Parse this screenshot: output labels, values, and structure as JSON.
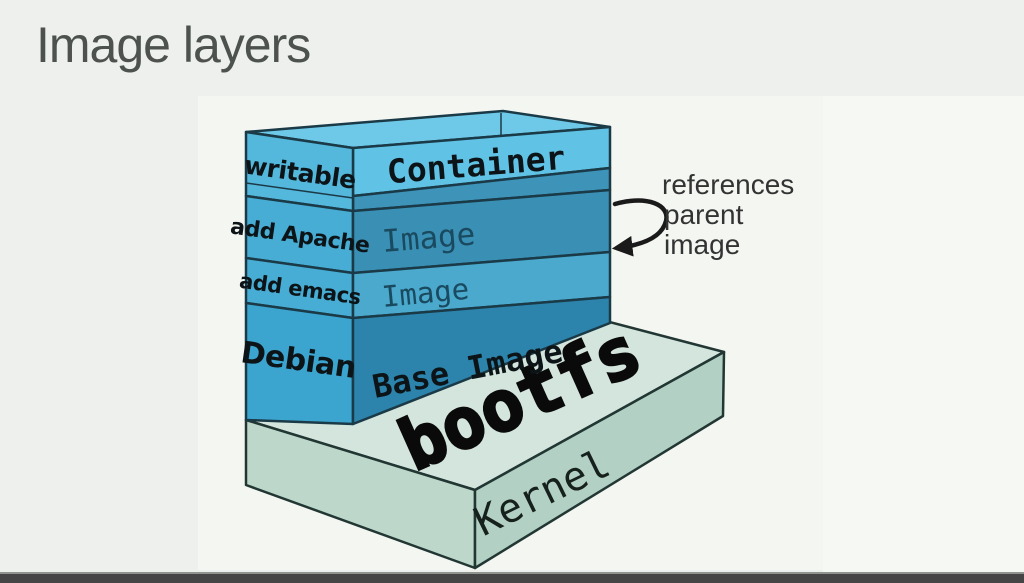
{
  "slide": {
    "title": "Image layers"
  },
  "figure": {
    "stack": {
      "layers": [
        {
          "side": "writable",
          "front": "Container"
        },
        {
          "side": "add Apache",
          "front": "Image"
        },
        {
          "side": "add emacs",
          "front": "Image"
        },
        {
          "side": "Debian",
          "front": "Base Image"
        }
      ]
    },
    "platform": {
      "top_label": "bootfs",
      "front_label": "Kernel"
    },
    "annotation": {
      "line1": "references",
      "line2": "parent",
      "line3": "image"
    },
    "colors": {
      "outline": "#1b3a47",
      "platform_outline": "#223733",
      "stack_top": "#6ec9e8",
      "container_light": "#60c2e4",
      "container_inner": "#3d93b8",
      "side_light": "#54b7dc",
      "side_mid": "#47add4",
      "side_debian": "#3ba5cf",
      "front_image1": "#3a90b4",
      "front_image2": "#4aa9cd",
      "front_base": "#2c84ac",
      "platform_top": "#d3e5dc",
      "platform_left": "#bdd8cb",
      "platform_front": "#b2d1c4",
      "text_dark": "#0c1418",
      "text_image": "#1a4a5f",
      "arrow": "#1a1a1a"
    }
  }
}
